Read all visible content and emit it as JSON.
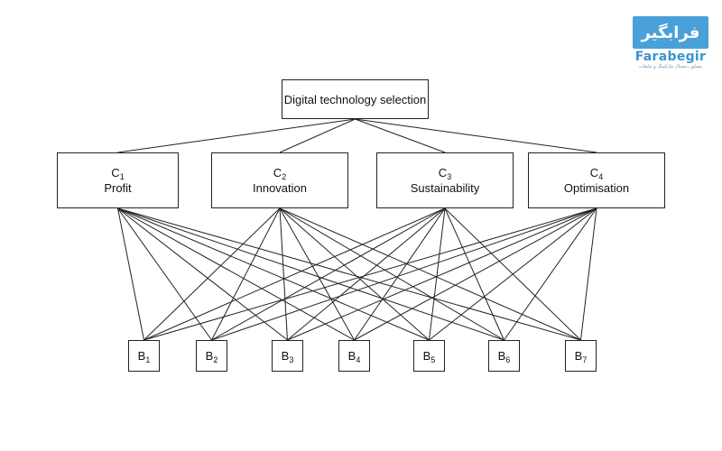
{
  "goal": {
    "label": "Digital technology selection"
  },
  "criteria": [
    {
      "code": "C",
      "index": "1",
      "name": "Profit"
    },
    {
      "code": "C",
      "index": "2",
      "name": "Innovation"
    },
    {
      "code": "C",
      "index": "3",
      "name": "Sustainability"
    },
    {
      "code": "C",
      "index": "4",
      "name": "Optimisation"
    }
  ],
  "alternatives": [
    {
      "code": "B",
      "index": "1"
    },
    {
      "code": "B",
      "index": "2"
    },
    {
      "code": "B",
      "index": "3"
    },
    {
      "code": "B",
      "index": "4"
    },
    {
      "code": "B",
      "index": "5"
    },
    {
      "code": "B",
      "index": "6"
    },
    {
      "code": "B",
      "index": "7"
    }
  ],
  "links": {
    "goal_to_criteria": "all",
    "criteria_to_alternatives": "all"
  },
  "logo": {
    "mark_text": "فرابگیر",
    "name": "Farabegir",
    "tagline": "مشاور دیجیتال مارکتینگ و تبلیغات",
    "color": "#4aa0d8"
  }
}
